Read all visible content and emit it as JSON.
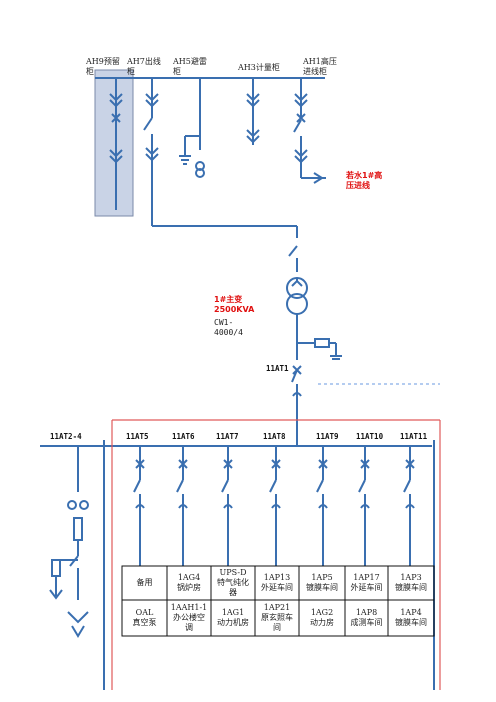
{
  "colors": {
    "line": "#3a6fb0",
    "red_line": "#e05a5a",
    "text_red": "#e01010",
    "shade": "#c9d3e6"
  },
  "top_cabinets": [
    "AH9预留\n柜",
    "AH7出线\n柜",
    "AH5避雷\n柜",
    "AH3计量柜",
    "AH1高压\n进线柜"
  ],
  "incoming_label": "若水1#高\n压进线",
  "transformer": {
    "name": "1#主变\n2500KVA",
    "model": "CW1-\n4000/4"
  },
  "main_breaker": "11AT1",
  "bus_breakers": [
    "11AT2-4",
    "11AT5",
    "11AT6",
    "11AT7",
    "11AT8",
    "11AT9",
    "11AT10",
    "11AT11"
  ],
  "feeder_table": {
    "row1": [
      "备用",
      "1AG4\n锅炉房",
      "UPS-D\n特气纯化\n器",
      "1AP13\n外延车间",
      "1AP5\n镀膜车间",
      "1AP17\n外延车间",
      "1AP3\n镀膜车间"
    ],
    "row2": [
      "OAL\n真空泵",
      "1AAH1-1\n办公楼空\n调",
      "1AG1\n动力机房",
      "1AP21\n原玄照车\n间",
      "1AG2\n动力房",
      "1AP8\n成测车间",
      "1AP4\n镀膜车间"
    ]
  }
}
